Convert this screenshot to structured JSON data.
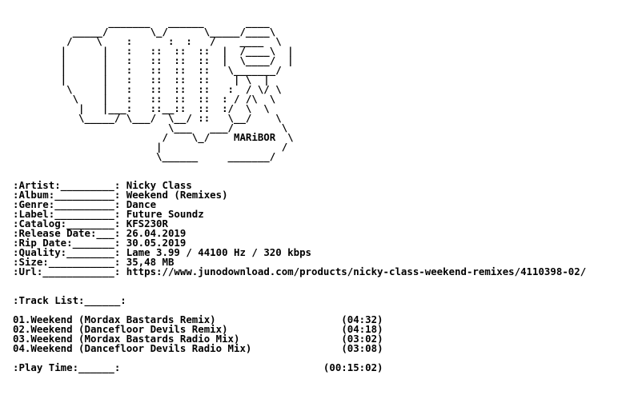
{
  "art": [
    "                _______   ______       ____",
    "          _____/       \\_/      \\_____/____\\",
    "         /    \\    :      :  :   /    ____  \\",
    "        |      |   :   ::  ::  ::  |  /____\\  |",
    "        |      |   :   ::  ::  ::  |  \\____/  |",
    "        |      |   :   ::  ::  ::   \\_______/",
    "        |      |   :   ::  ::  ::    | \\  |",
    "         \\     |   :   ::  ::  ::   :  / \\/ \\",
    "          \\    |   :   ::  ::  ::  : / /\\  \\",
    "           |   |___:   ::__::  ::  :/  \\  \\",
    "           \\_____/ \\___/  \\__/ ::   \\__/    \\",
    "                          \\___   ___/        \\",
    "                         /    \\_/    MARiBOR  \\",
    "                        |                    /",
    "                        \\______     _______/"
  ],
  "release": {
    "fields": [
      {
        "label": ":Artist:_________:",
        "value": "Nicky Class"
      },
      {
        "label": ":Album:__________:",
        "value": "Weekend (Remixes)"
      },
      {
        "label": ":Genre:__________:",
        "value": "Dance"
      },
      {
        "label": ":Label:__________:",
        "value": "Future Soundz"
      },
      {
        "label": ":Catalog:________:",
        "value": "KFS230R"
      },
      {
        "label": ":Release Date:___:",
        "value": "26.04.2019"
      },
      {
        "label": ":Rip Date:_______:",
        "value": "30.05.2019"
      },
      {
        "label": ":Quality:________:",
        "value": "Lame 3.99 / 44100 Hz / 320 kbps"
      },
      {
        "label": ":Size:___________:",
        "value": "35,48 MB"
      },
      {
        "label": ":Url:____________:",
        "value": "https://www.junodownload.com/products/nicky-class-weekend-remixes/4110398-02/"
      }
    ]
  },
  "tracklist": {
    "header": ":Track List:______:",
    "tracks": [
      {
        "title": "01.Weekend (Mordax Bastards Remix)",
        "duration": "(04:32)"
      },
      {
        "title": "02.Weekend (Dancefloor Devils Remix)",
        "duration": "(04:18)"
      },
      {
        "title": "03.Weekend (Mordax Bastards Radio Mix)",
        "duration": "(03:02)"
      },
      {
        "title": "04.Weekend (Dancefloor Devils Radio Mix)",
        "duration": "(03:08)"
      }
    ]
  },
  "playtime": {
    "label": ":Play Time:______:",
    "value": "(00:15:02)"
  }
}
